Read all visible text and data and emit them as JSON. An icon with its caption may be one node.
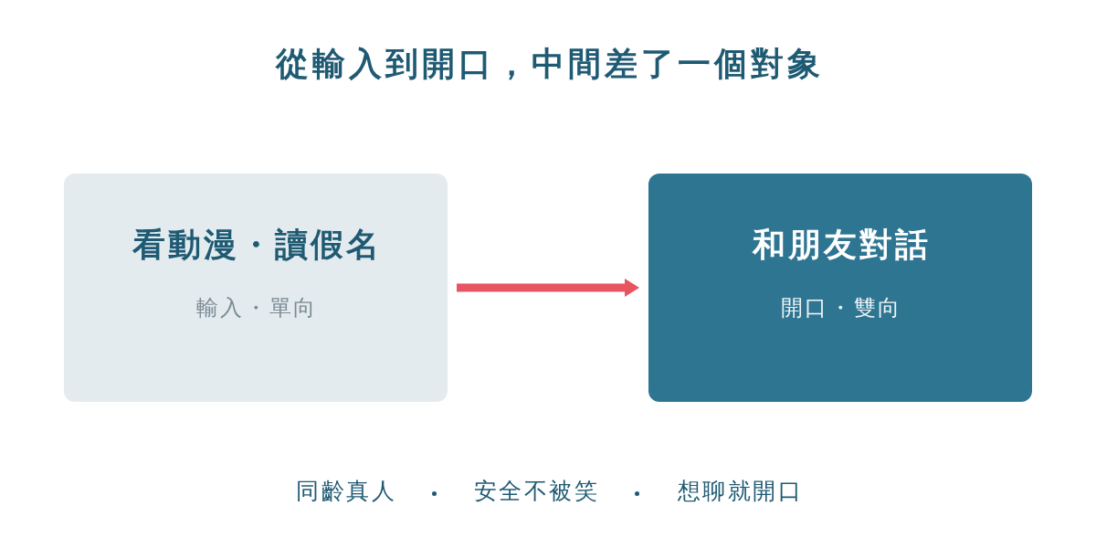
{
  "diagram": {
    "title": "從輸入到開口，中間差了一個對象",
    "nodes": [
      {
        "text": [
          "看動漫・讀假名",
          "輸入・單向"
        ]
      },
      {
        "text": [
          "和朋友對話",
          "開口・雙向"
        ]
      }
    ],
    "edges": [
      {
        "from": 0,
        "to": 1,
        "arrow": "to",
        "color": "#e85560"
      }
    ],
    "labels": [
      "同齡真人",
      "安全不被笑",
      "想聊就開口"
    ]
  }
}
